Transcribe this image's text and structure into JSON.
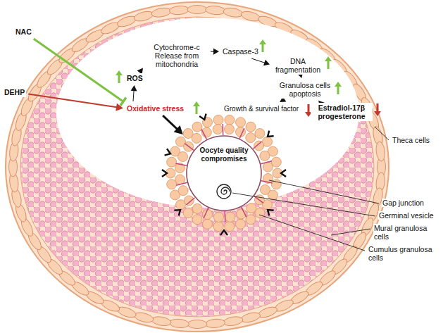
{
  "diagram": {
    "nodes": [
      {
        "text": [
          "NAC"
        ]
      },
      {
        "text": [
          "DEHP"
        ]
      },
      {
        "text": [
          "Oxidative stress"
        ]
      },
      {
        "text": [
          "ROS"
        ]
      },
      {
        "text": [
          "Cytochrome-c Release from mitochondria"
        ]
      },
      {
        "text": [
          "Caspase-3"
        ]
      },
      {
        "text": [
          "DNA fragmentation"
        ]
      },
      {
        "text": [
          "Granulosa cells apoptosis"
        ]
      },
      {
        "text": [
          "Growth & survival factor"
        ]
      },
      {
        "text": [
          "Estradiol-17β progesterone"
        ]
      },
      {
        "text": [
          "Oocyte quality compromises"
        ]
      }
    ],
    "edges": [
      {
        "from": 0,
        "to": 2,
        "arrow": "to"
      },
      {
        "from": 1,
        "to": 2,
        "arrow": "to"
      },
      {
        "from": 2,
        "to": 3,
        "arrow": "to"
      },
      {
        "from": 3,
        "to": 4,
        "arrow": "to"
      },
      {
        "from": 4,
        "to": 5,
        "arrow": "to"
      },
      {
        "from": 5,
        "to": 6,
        "arrow": "to"
      },
      {
        "from": 6,
        "to": 7,
        "arrow": "to"
      },
      {
        "from": 7,
        "to": 8,
        "arrow": "to"
      },
      {
        "from": 7,
        "to": 9,
        "arrow": "to"
      },
      {
        "from": 2,
        "to": 10,
        "arrow": "to"
      }
    ],
    "labels": [
      "Theca cells",
      "Gap junction",
      "Germinal vesicle",
      "Mural granulosa cells",
      "Cumulus granulosa cells"
    ]
  }
}
